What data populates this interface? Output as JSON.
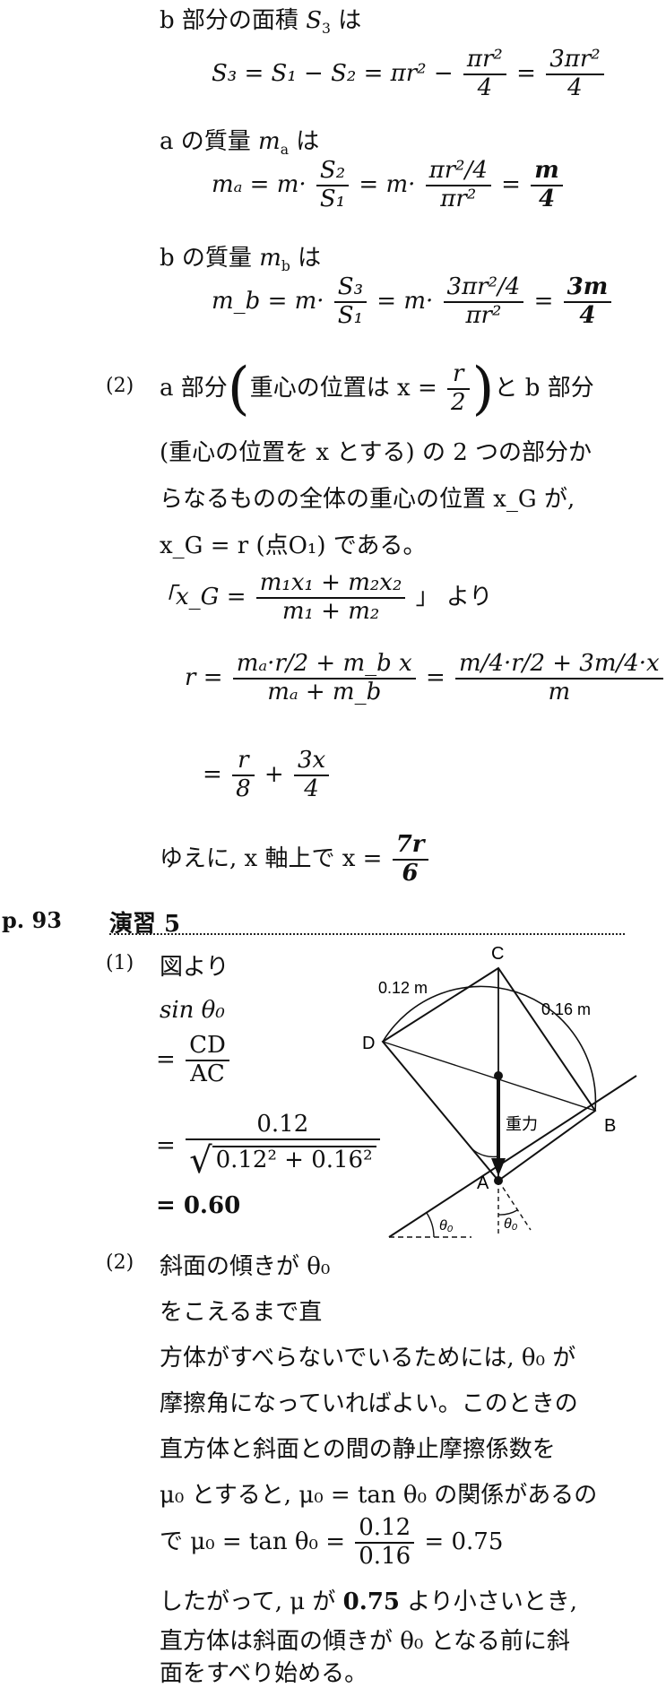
{
  "section1": {
    "b_area_intro": "b 部分の面積",
    "s3_sym": "S",
    "s3_sub": "3",
    "wa": "は",
    "s3_eq": "S₃ = S₁ − S₂ = πr² −",
    "f1_num": "πr²",
    "f1_den": "4",
    "eq": "=",
    "f2_num": "3πr²",
    "f2_den": "4",
    "a_mass_intro": "a の質量",
    "ma_sym": "m",
    "ma_sub": "a",
    "ma_lhs": "mₐ = m·",
    "ma_f1_num": "S₂",
    "ma_f1_den": "S₁",
    "ma_mid": "= m·",
    "ma_f2_num": "πr²/4",
    "ma_f2_den": "πr²",
    "ma_res_num": "m",
    "ma_res_den": "4",
    "b_mass_intro": "b の質量",
    "mb_sym": "m",
    "mb_sub": "b",
    "mb_lhs": "m_b = m·",
    "mb_f1_num": "S₃",
    "mb_f1_den": "S₁",
    "mb_mid": "= m·",
    "mb_f2_num": "3πr²/4",
    "mb_f2_den": "πr²",
    "mb_res_num": "3m",
    "mb_res_den": "4"
  },
  "part2": {
    "label": "(2)",
    "l1a": "a 部分",
    "l1b": "重心の位置は x =",
    "l1_num": "r",
    "l1_den": "2",
    "l1c": "と b 部分",
    "l2": "(重心の位置を x とする) の 2 つの部分か",
    "l3": "らなるものの全体の重心の位置 x_G が,",
    "l4": "x_G = r (点O₁) である。",
    "q_open": "「x_G =",
    "q_num": "m₁x₁ + m₂x₂",
    "q_den": "m₁ + m₂",
    "q_close": "」 より",
    "r_eq": "r =",
    "big1_num": "mₐ·r/2 + m_b x",
    "big1_den": "mₐ + m_b",
    "big2_num": "m/4·r/2 + 3m/4·x",
    "big2_den": "m",
    "res_eq": "=",
    "res_f1_num": "r",
    "res_f1_den": "8",
    "plus": "+",
    "res_f2_num": "3x",
    "res_f2_den": "4",
    "conc": "ゆえに, x 軸上で x =",
    "conc_num": "7r",
    "conc_den": "6"
  },
  "header": {
    "page": "p. 93",
    "title": "演習 5"
  },
  "ex5": {
    "p1_label": "(1)",
    "p1_l1": "図より",
    "p1_sin": "sin θ₀",
    "p1_f1_num": "CD",
    "p1_f1_den": "AC",
    "p1_f2_num": "0.12",
    "p1_f2_den": "0.12² + 0.16²",
    "p1_res": "= 0.60",
    "p2_label": "(2)",
    "p2_l1": "斜面の傾きが θ₀",
    "p2_l2": "をこえるまで直",
    "p2_l3": "方体がすべらないでいるためには, θ₀ が",
    "p2_l4": "摩擦角になっていればよい。このときの",
    "p2_l5": "直方体と斜面との間の静止摩擦係数を",
    "p2_l6": "μ₀ とすると, μ₀ = tan θ₀ の関係があるの",
    "p2_l7": "で   μ₀ = tan θ₀ =",
    "p2_f_num": "0.12",
    "p2_f_den": "0.16",
    "p2_l7_end": "= 0.75",
    "p2_l8a": "したがって, μ が",
    "p2_l8b": "0.75",
    "p2_l8c": "より小さいとき,",
    "p2_l9": "直方体は斜面の傾きが θ₀ となる前に斜",
    "p2_l10": "面をすべり始める。"
  },
  "figure": {
    "C": "C",
    "D": "D",
    "B": "B",
    "A": "A",
    "len_dc": "0.12 m",
    "len_cb": "0.16 m",
    "gravity": "重力",
    "theta": "θ₀"
  }
}
